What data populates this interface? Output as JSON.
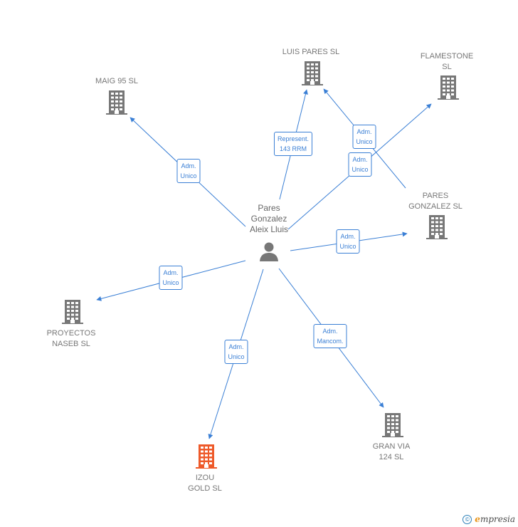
{
  "center": {
    "id": "person",
    "label": "Pares\nGonzalez\nAleix Lluis"
  },
  "nodes": [
    {
      "id": "maig",
      "label": "MAIG 95  SL",
      "color": "#777777"
    },
    {
      "id": "luis",
      "label": "LUIS PARES SL",
      "color": "#777777"
    },
    {
      "id": "flame",
      "label": "FLAMESTONE\nSL",
      "color": "#777777"
    },
    {
      "id": "pgsl",
      "label": "PARES\nGONZALEZ  SL",
      "color": "#777777"
    },
    {
      "id": "proy",
      "label": "PROYECTOS\nNASEB  SL",
      "color": "#777777"
    },
    {
      "id": "izou",
      "label": "IZOU\nGOLD  SL",
      "color": "#ee5a2a"
    },
    {
      "id": "gran",
      "label": "GRAN VIA\n124 SL",
      "color": "#777777"
    }
  ],
  "edges": [
    {
      "from": "person",
      "to": "maig",
      "label": "Adm.\nUnico"
    },
    {
      "from": "person",
      "to": "luis",
      "label": "Represent.\n143 RRM"
    },
    {
      "from": "pgsl",
      "to": "luis",
      "label": "Adm.\nUnico"
    },
    {
      "from": "person",
      "to": "flame",
      "label": "Adm.\nUnico"
    },
    {
      "from": "person",
      "to": "pgsl",
      "label": "Adm.\nUnico"
    },
    {
      "from": "person",
      "to": "proy",
      "label": "Adm.\nUnico"
    },
    {
      "from": "person",
      "to": "izou",
      "label": "Adm.\nUnico"
    },
    {
      "from": "person",
      "to": "gran",
      "label": "Adm.\nMancom."
    }
  ],
  "colors": {
    "edge": "#3a7fd5",
    "building": "#777777",
    "focus": "#ee5a2a"
  },
  "footer": {
    "copyright": "©",
    "brand_initial": "e",
    "brand_rest": "mpresia"
  }
}
